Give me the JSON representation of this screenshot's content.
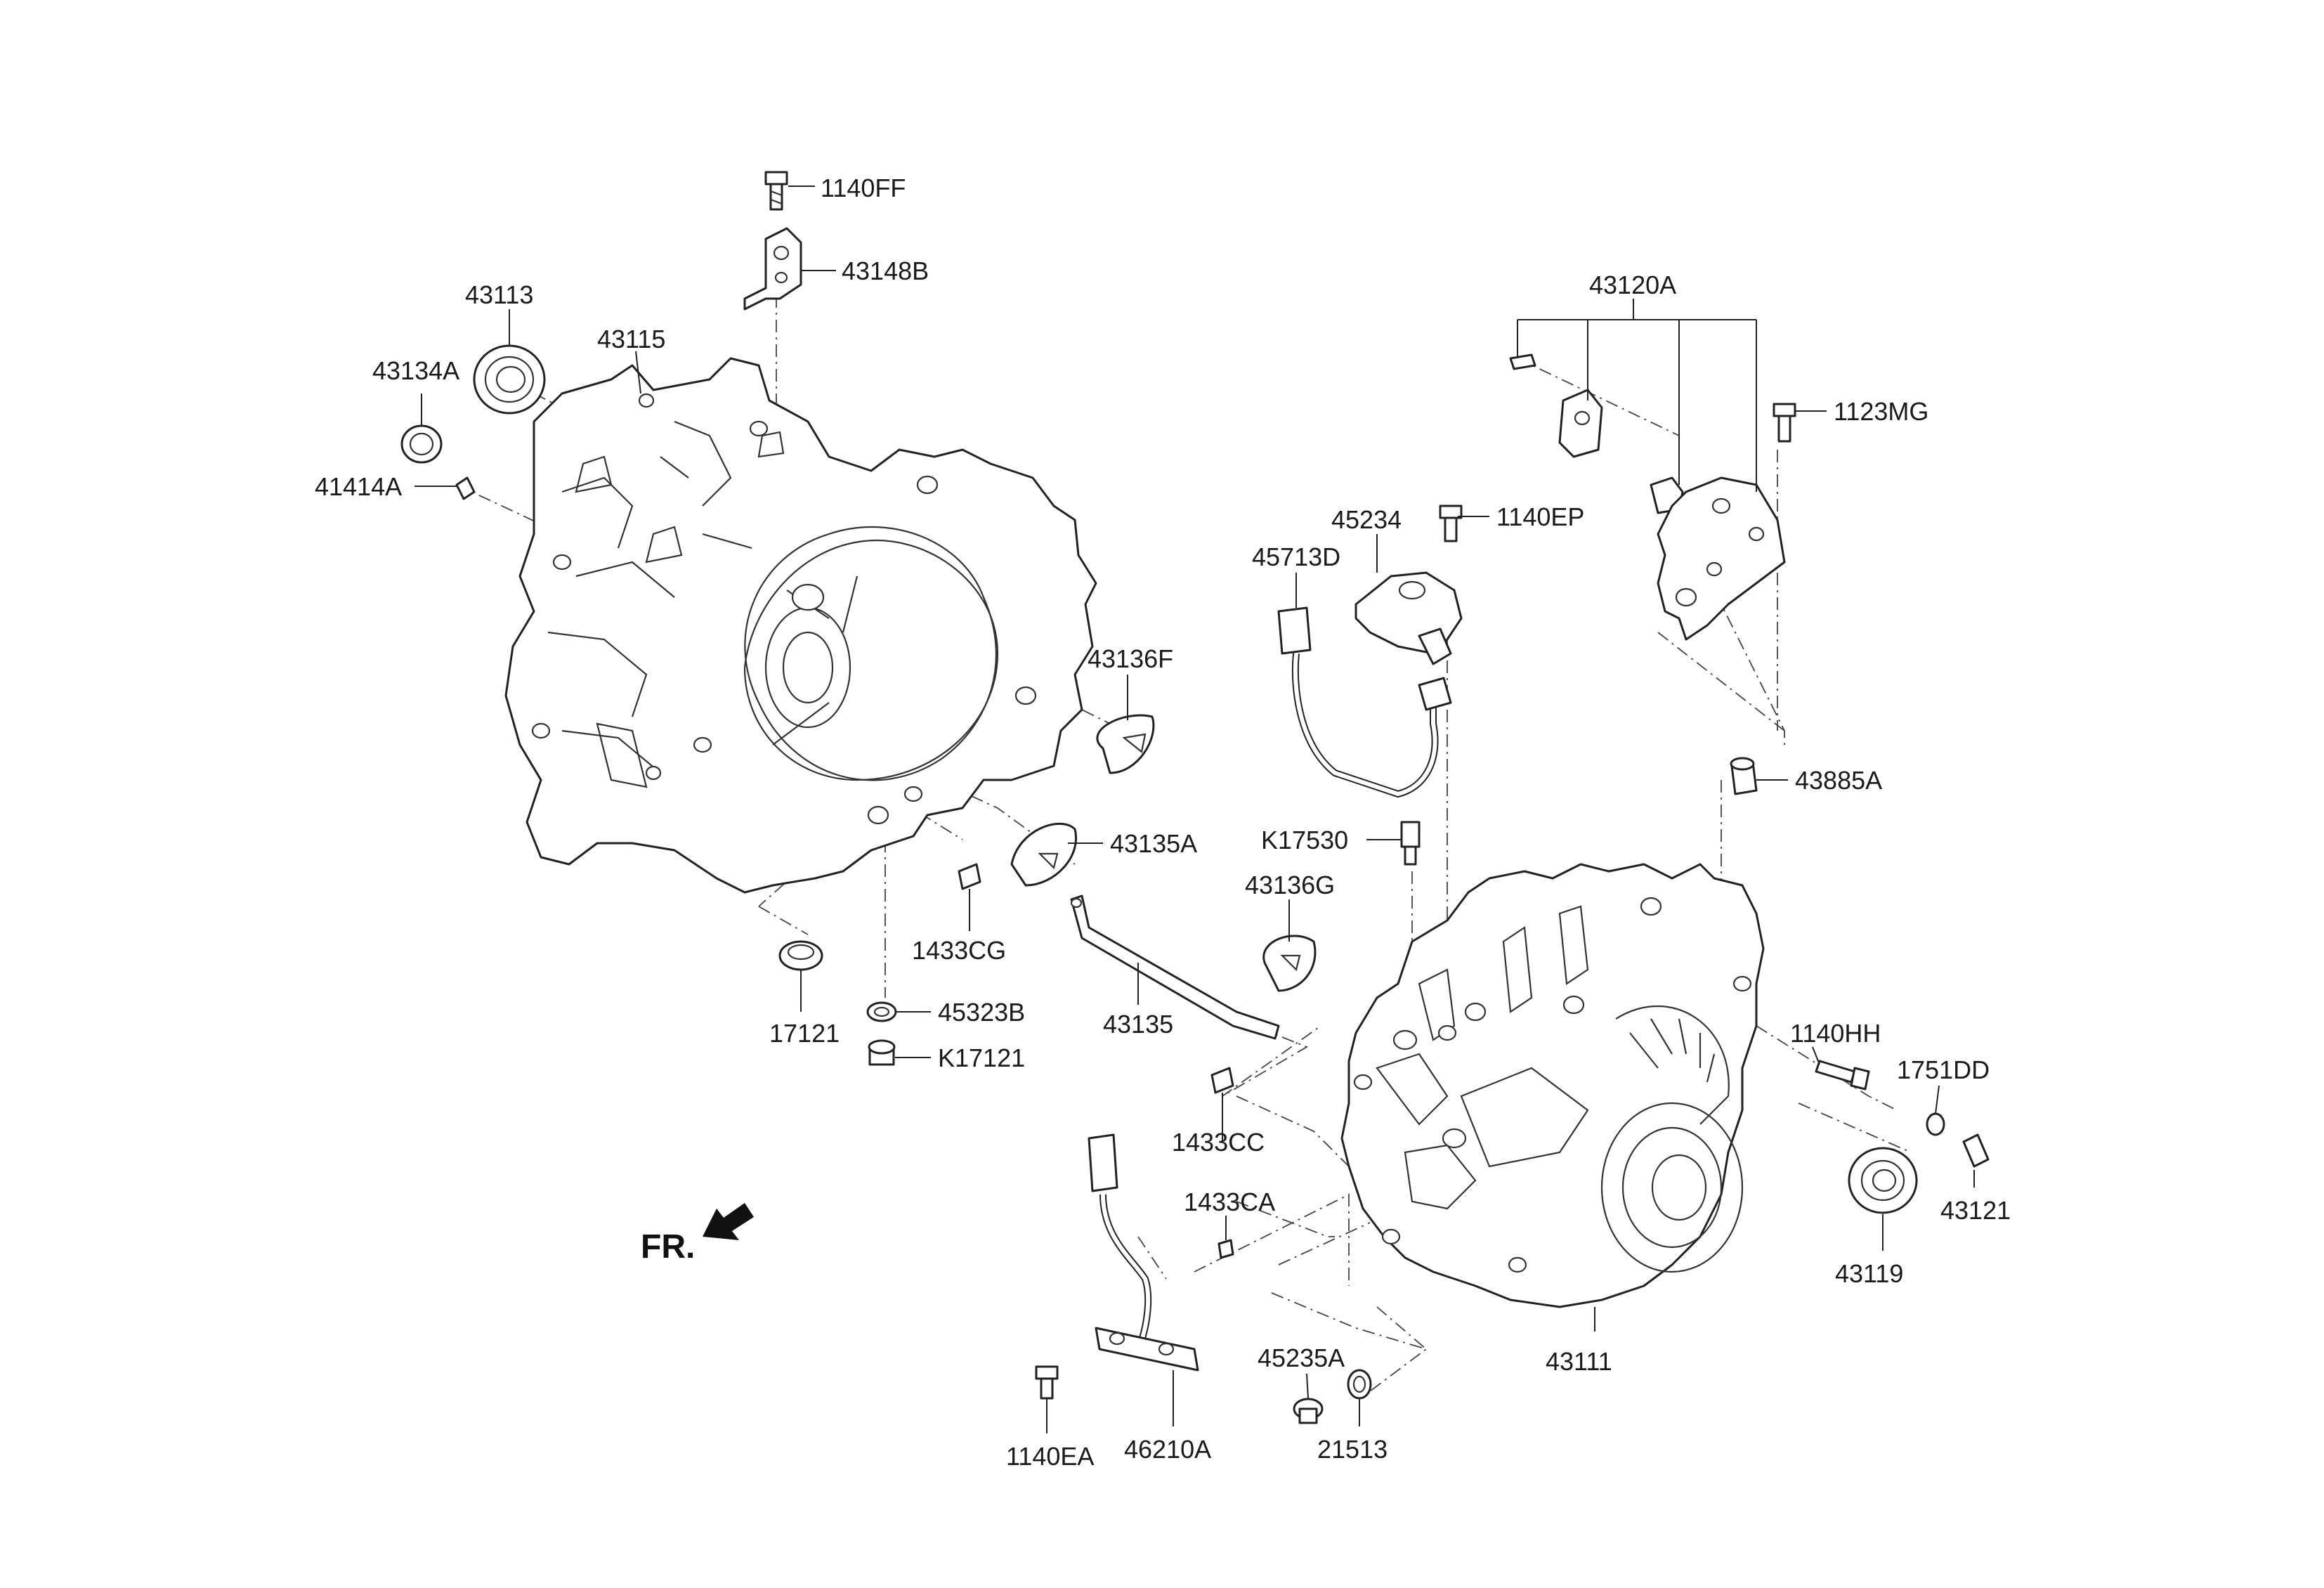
{
  "orientation_label": "FR.",
  "parts": {
    "p1140FF": "1140FF",
    "p43148B": "43148B",
    "p43113": "43113",
    "p43115": "43115",
    "p43134A": "43134A",
    "p41414A": "41414A",
    "p43136F": "43136F",
    "p43135A": "43135A",
    "p1433CG": "1433CG",
    "p17121": "17121",
    "p45323B": "45323B",
    "pK17121": "K17121",
    "p43135": "43135",
    "p43120A": "43120A",
    "p1123MG": "1123MG",
    "p1140EP": "1140EP",
    "p45234": "45234",
    "p45713D": "45713D",
    "p43885A": "43885A",
    "pK17530": "K17530",
    "p43136G": "43136G",
    "p1140HH": "1140HH",
    "p1751DD": "1751DD",
    "p1433CC": "1433CC",
    "p1433CA": "1433CA",
    "p43121": "43121",
    "p43119": "43119",
    "p43111": "43111",
    "p45235A": "45235A",
    "p21513": "21513",
    "p1140EA": "1140EA",
    "p46210A": "46210A"
  }
}
